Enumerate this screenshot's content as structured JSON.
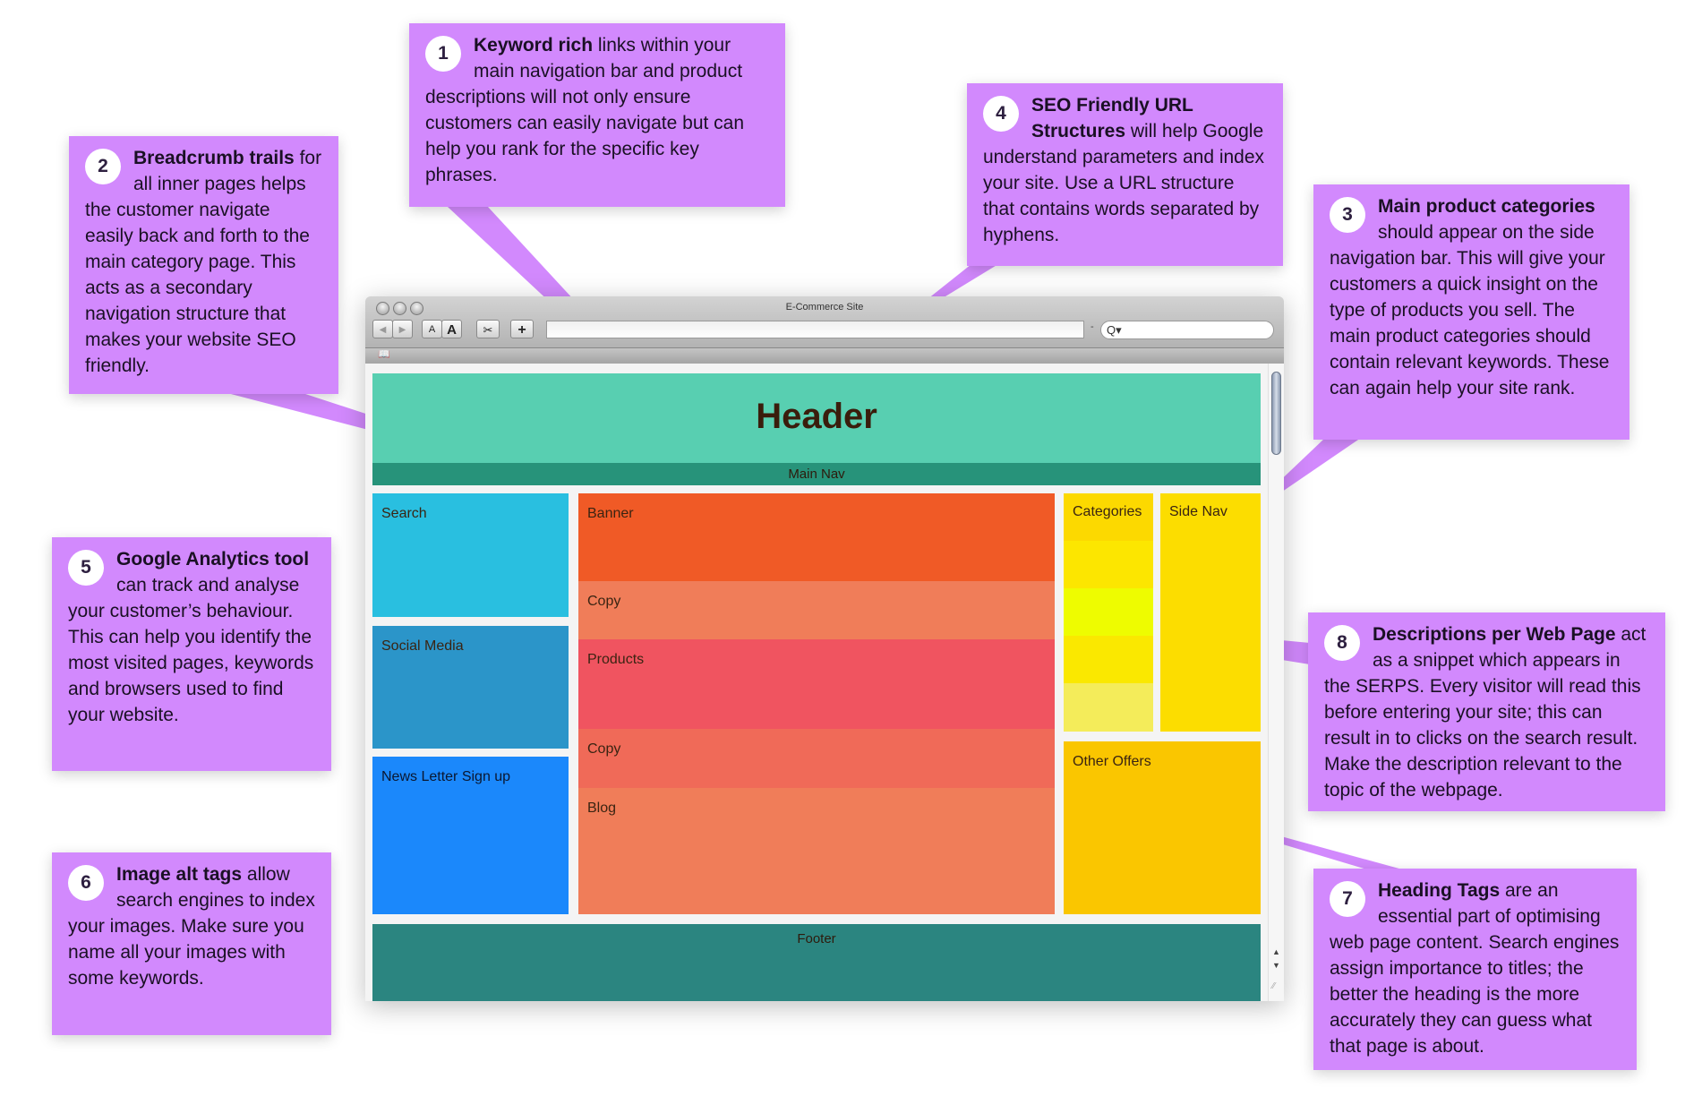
{
  "browser": {
    "window_title": "E-Commerce Site",
    "toolbar": {
      "back_label": "◀",
      "forward_label": "▶",
      "text_smaller_label": "A",
      "text_larger_label": "A",
      "snip_label": "✂",
      "add_bookmark_label": "+"
    },
    "url_value": "",
    "search_field_label": "Q▾",
    "separator": "-",
    "bookmarks_icon": "📖"
  },
  "wireframe": {
    "header": "Header",
    "main_nav": "Main Nav",
    "left": [
      "Search",
      "Social Media",
      "News Letter Sign up"
    ],
    "center": [
      "Banner",
      "Copy",
      "Products",
      "Copy",
      "Blog"
    ],
    "categories": "Categories",
    "side_nav": "Side Nav",
    "other_offers": "Other Offers",
    "footer": "Footer",
    "colors": {
      "header": "#58cfb1",
      "main_nav": "#27937a",
      "search": "#29bfe0",
      "social": "#2b95c9",
      "newsletter": "#1b88fb",
      "banner": "#f05a26",
      "copy1": "#f07d59",
      "products": "#f05460",
      "copy2": "#f06a58",
      "blog": "#f07d59",
      "categories": [
        "#fcd900",
        "#fce600",
        "#eefc00",
        "#fae800",
        "#f4ec5a"
      ],
      "side_nav": "#fcdd00",
      "other_offers": "#fac600",
      "footer": "#2b8580"
    }
  },
  "callouts": [
    {
      "number": "1",
      "title": "Keyword rich",
      "text": " links within your main navigation bar and product descriptions will not only ensure customers can easily navigate but can help you rank for the specific key phrases."
    },
    {
      "number": "2",
      "title": "Breadcrumb trails",
      "text": " for all inner pages helps the customer navigate easily back and forth to the main category page. This acts as a secondary navigation structure that makes your website SEO friendly."
    },
    {
      "number": "3",
      "title": "Main product categories",
      "text": " should appear on the side navigation bar. This will give your customers a quick insight on the type of products you sell. The main product categories should contain relevant keywords. These can again help your site rank."
    },
    {
      "number": "4",
      "title": "SEO Friendly URL Structures",
      "text": " will help Google understand parameters and index your site. Use a URL structure that contains words separated by hyphens."
    },
    {
      "number": "5",
      "title": "Google Analytics tool",
      "text": " can track and analyse your customer’s behaviour. This can help you identify the most visited pages, keywords and browsers used to find your website."
    },
    {
      "number": "6",
      "title": "Image alt tags",
      "text": " allow search engines to index your images. Make sure you name all your images with some keywords."
    },
    {
      "number": "7",
      "title": "Heading Tags",
      "text": " are an essential part of optimising web page content. Search engines assign importance to titles; the better the heading is the more accurately they can guess what that page is about."
    },
    {
      "number": "8",
      "title": "Descriptions per Web Page",
      "text": " act as a snippet which appears in the SERPS. Every visitor will read this before entering your site; this can result in to clicks on the search result. Make the description relevant to the topic of the webpage."
    }
  ],
  "callout_color": "#d289fd"
}
